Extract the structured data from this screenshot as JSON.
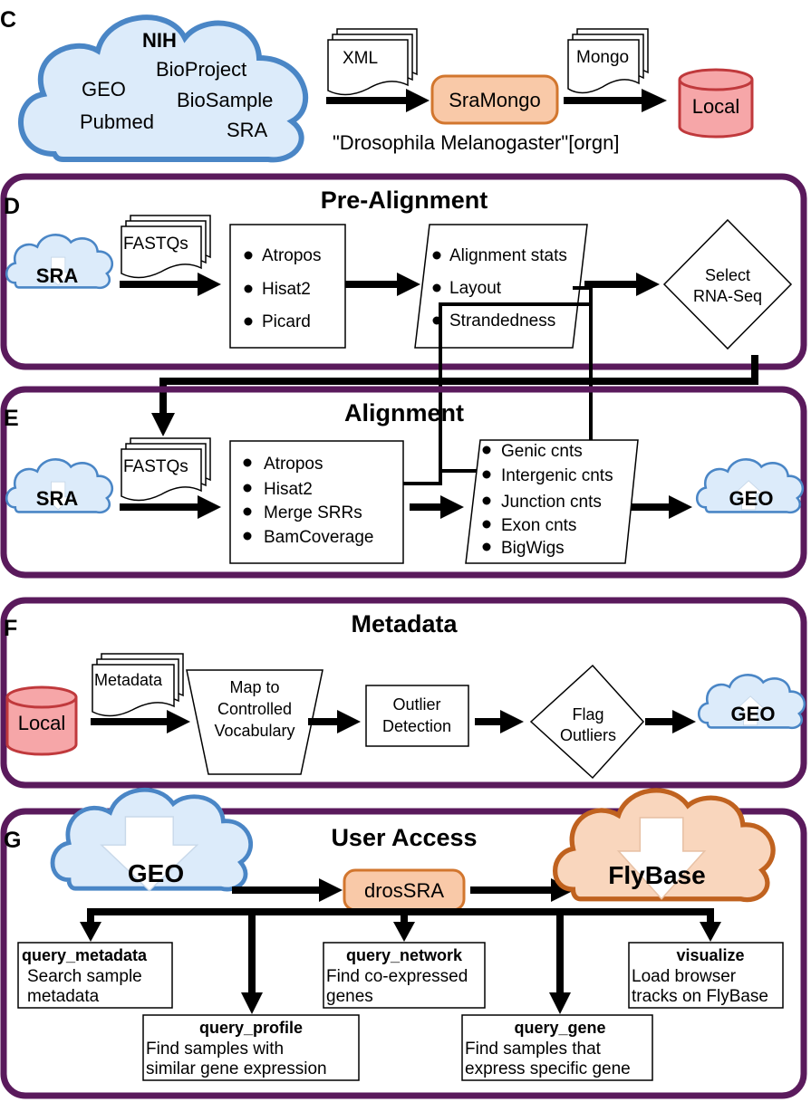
{
  "panels": {
    "c": {
      "letter": "C",
      "cloud_title": "NIH",
      "sources": [
        "GEO",
        "Pubmed",
        "BioProject",
        "BioSample",
        "SRA"
      ],
      "doc_xml": "XML",
      "tool": "SraMongo",
      "doc_mongo": "Mongo",
      "db": "Local",
      "query": "\"Drosophila Melanogaster\"[orgn]"
    },
    "d": {
      "letter": "D",
      "title": "Pre-Alignment",
      "source": "SRA",
      "doc": "FASTQs",
      "steps": [
        "Atropos",
        "Hisat2",
        "Picard"
      ],
      "outputs": [
        "Alignment stats",
        "Layout",
        "Strandedness"
      ],
      "decision": [
        "Select",
        "RNA-Seq"
      ]
    },
    "e": {
      "letter": "E",
      "title": "Alignment",
      "source": "SRA",
      "doc": "FASTQs",
      "steps": [
        "Atropos",
        "Hisat2",
        "Merge SRRs",
        "BamCoverage"
      ],
      "outputs": [
        "Genic cnts",
        "Intergenic cnts",
        "Junction cnts",
        "Exon cnts",
        "BigWigs"
      ],
      "dest": "GEO"
    },
    "f": {
      "letter": "F",
      "title": "Metadata",
      "source": "Local",
      "doc": "Metadata",
      "map": [
        "Map to",
        "Controlled",
        "Vocabulary"
      ],
      "outlier": [
        "Outlier",
        "Detection"
      ],
      "flag": [
        "Flag",
        "Outliers"
      ],
      "dest": "GEO"
    },
    "g": {
      "letter": "G",
      "title": "User Access",
      "geo": "GEO",
      "tool": "drosSRA",
      "flybase": "FlyBase",
      "functions": {
        "query_metadata": {
          "name": "query_metadata",
          "lines": [
            "Search sample",
            "metadata"
          ]
        },
        "query_network": {
          "name": "query_network",
          "lines": [
            "Find co-expressed",
            "genes"
          ]
        },
        "visualize": {
          "name": "visualize",
          "lines": [
            "Load browser",
            "tracks on FlyBase"
          ]
        },
        "query_profile": {
          "name": "query_profile",
          "lines": [
            "Find samples with",
            "similar gene expression"
          ]
        },
        "query_gene": {
          "name": "query_gene",
          "lines": [
            "Find samples that",
            "express specific gene"
          ]
        }
      }
    }
  },
  "colors": {
    "panel_border": "#5a1a5c",
    "cloud_blue_fill": "#dcebfa",
    "cloud_blue_stroke": "#4a86c6",
    "cloud_orange_fill": "#f9d6bd",
    "cloud_orange_stroke": "#c0621f",
    "local_fill": "#f6a6a8",
    "local_stroke": "#c0393c",
    "tool_fill": "#f9c9a8",
    "tool_stroke": "#d2762e"
  }
}
